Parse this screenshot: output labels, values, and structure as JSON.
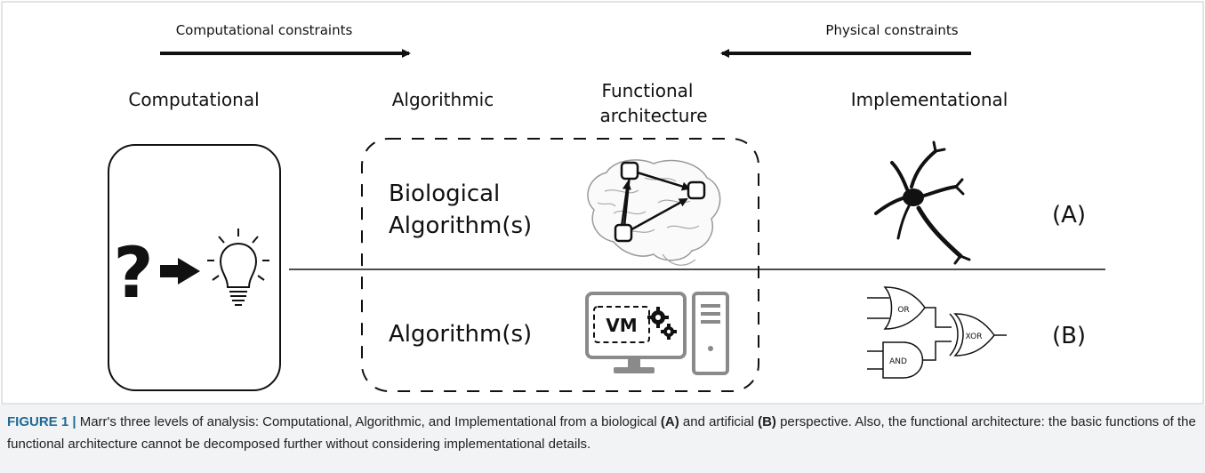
{
  "constraints": {
    "computational": "Computational constraints",
    "physical": "Physical constraints"
  },
  "levels": {
    "computational": "Computational",
    "algorithmic": "Algorithmic",
    "functional_line1": "Functional",
    "functional_line2": "architecture",
    "implementational": "Implementational"
  },
  "biological": {
    "line1": "Biological",
    "line2": "Algorithm(s)",
    "row_label": "(A)"
  },
  "artificial": {
    "line1": "Algorithm(s)",
    "row_label": "(B)",
    "vm_label": "VM"
  },
  "question_mark": "?",
  "gates": {
    "or": "OR",
    "and": "AND",
    "xor": "XOR"
  },
  "caption": {
    "figure_label": "FIGURE 1 |",
    "text_1": " Marr's three levels of analysis: Computational, Algorithmic, and Implementational from a biological ",
    "bold_a": "(A)",
    "text_2": " and artificial ",
    "bold_b": "(B)",
    "text_3": " perspective. Also, the functional architecture: the basic functions of the functional architecture cannot be decomposed further without considering implementational details."
  },
  "colors": {
    "line": "#111111",
    "caption_bg": "#f1f3f4",
    "figure_label": "#1e6a96",
    "computer_gray": "#8a8a8a"
  }
}
